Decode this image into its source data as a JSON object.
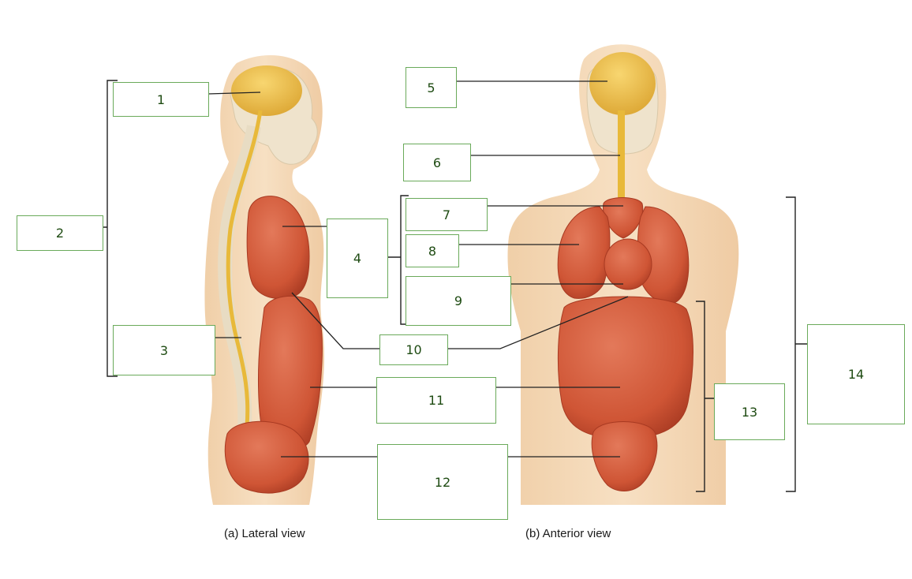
{
  "labels": [
    {
      "id": "label-1",
      "text": "1"
    },
    {
      "id": "label-2",
      "text": "2"
    },
    {
      "id": "label-3",
      "text": "3"
    },
    {
      "id": "label-4",
      "text": "4"
    },
    {
      "id": "label-5",
      "text": "5"
    },
    {
      "id": "label-6",
      "text": "6"
    },
    {
      "id": "label-7",
      "text": "7"
    },
    {
      "id": "label-8",
      "text": "8"
    },
    {
      "id": "label-9",
      "text": "9"
    },
    {
      "id": "label-10",
      "text": "10"
    },
    {
      "id": "label-11",
      "text": "11"
    },
    {
      "id": "label-12",
      "text": "12"
    },
    {
      "id": "label-13",
      "text": "13"
    },
    {
      "id": "label-14",
      "text": "14"
    }
  ],
  "captions": {
    "lateral": "(a) Lateral view",
    "anterior": "(b) Anterior view"
  },
  "colors": {
    "skin": "#f3d7b4",
    "bone": "#efe3cc",
    "brain": "#f2c14e",
    "spinal_cord": "#e8b93a",
    "organ": "#d55a3a",
    "organ_shadow": "#b8432a",
    "label_border": "#6aaa5a",
    "label_text": "#1e4b12",
    "leader_line": "#222222"
  }
}
